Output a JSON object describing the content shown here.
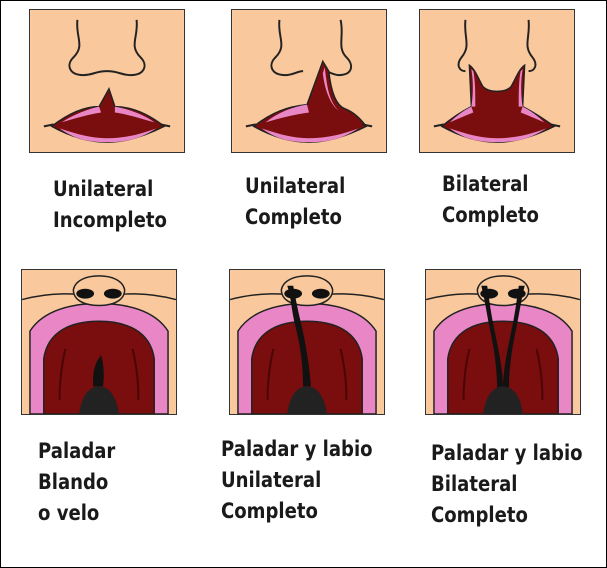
{
  "colors": {
    "skin": "#f9c89c",
    "lip": "#7a0d0d",
    "lip_highlight": "#e986c6",
    "outline": "#222222",
    "palate": "#7a0d0d",
    "gum": "#e986c6",
    "cleft": "#111111"
  },
  "top_row": [
    {
      "id": "lip-unilateral-incomplete",
      "lines": [
        "Unilateral",
        "Incompleto"
      ]
    },
    {
      "id": "lip-unilateral-complete",
      "lines": [
        "Unilateral",
        "Completo"
      ]
    },
    {
      "id": "lip-bilateral-complete",
      "lines": [
        "Bilateral",
        "Completo"
      ]
    }
  ],
  "bottom_row": [
    {
      "id": "palate-soft",
      "lines": [
        "Paladar",
        "Blando",
        "o velo"
      ]
    },
    {
      "id": "palate-lip-unilateral-complete",
      "lines": [
        "Paladar y labio",
        "Unilateral",
        "Completo"
      ]
    },
    {
      "id": "palate-lip-bilateral-complete",
      "lines": [
        "Paladar y labio",
        "Bilateral",
        "Completo"
      ]
    }
  ]
}
